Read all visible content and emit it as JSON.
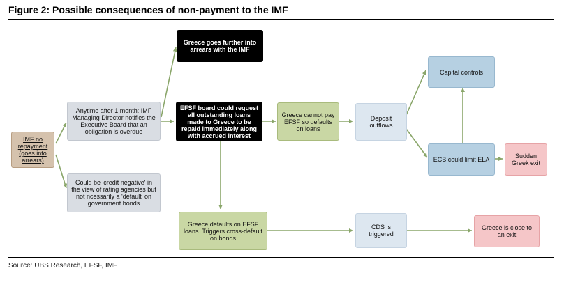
{
  "figure": {
    "title": "Figure 2: Possible consequences of non-payment to the IMF",
    "source": "Source:  UBS Research, EFSF, IMF"
  },
  "nodes": {
    "imf_no_repayment": "IMF no repayment (goes into arrears)",
    "anytime_prefix": "Anytime after 1 month",
    "anytime_text": ": IMF Managing Director notifies the Executive Board that an obligation is overdue",
    "credit_negative": "Could be 'credit negative' in the view of rating agencies but not ncessarily a 'default' on government bonds",
    "greece_arrears": "Greece goes further into arrears with the IMF",
    "efsf_board": "EFSF board could request all outstanding loans made to Greece to be repaid immediately along with accrued interest",
    "cannot_pay": "Greece cannot pay EFSF so defaults on loans",
    "deposit_outflows": "Deposit outflows",
    "capital_controls": "Capital controls",
    "ecb_limit": "ECB could limit ELA",
    "sudden_exit": "Sudden Greek exit",
    "defaults_efsf": "Greece defaults on EFSF loans. Triggers cross-default on bonds",
    "cds_triggered": "CDS is triggered",
    "close_to_exit": "Greece is close to an exit"
  },
  "colors": {
    "brown": "#d5c2ad",
    "grey": "#d9dde3",
    "black": "#000000",
    "green": "#c9d7a4",
    "light_blue": "#dde7f0",
    "blue": "#b6d0e2",
    "pink": "#f5c6c8",
    "arrow": "#8aa66a"
  }
}
